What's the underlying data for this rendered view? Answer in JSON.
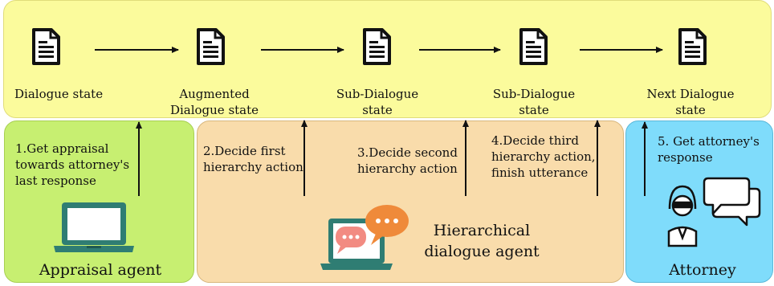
{
  "states": [
    {
      "id": "s1",
      "label": "Dialogue state"
    },
    {
      "id": "s2",
      "label": "Augmented\nDialogue state"
    },
    {
      "id": "s3",
      "label": "Sub-Dialogue\nstate"
    },
    {
      "id": "s4",
      "label": "Sub-Dialogue\nstate"
    },
    {
      "id": "s5",
      "label": "Next Dialogue\nstate"
    }
  ],
  "steps": [
    {
      "id": "step1",
      "label": "1.Get appraisal\ntowards attorney's\nlast response"
    },
    {
      "id": "step2",
      "label": "2.Decide first\nhierarchy action"
    },
    {
      "id": "step3",
      "label": "3.Decide second\nhierarchy action"
    },
    {
      "id": "step4",
      "label": "4.Decide third\nhierarchy action,\nfinish utterance"
    },
    {
      "id": "step5",
      "label": "5. Get attorney's\nresponse"
    }
  ],
  "agents": {
    "appraisal": "Appraisal agent",
    "dialogue": "Hierarchical\ndialogue agent",
    "attorney": "Attorney"
  },
  "colors": {
    "top_panel": "#fbfb9c",
    "appraisal_panel": "#c7ef71",
    "dialogue_panel": "#f9dcab",
    "attorney_panel": "#7fdcfb",
    "laptop": "#2f7d73",
    "bubble_orange": "#ef8a3a",
    "bubble_pink": "#f28b82"
  }
}
